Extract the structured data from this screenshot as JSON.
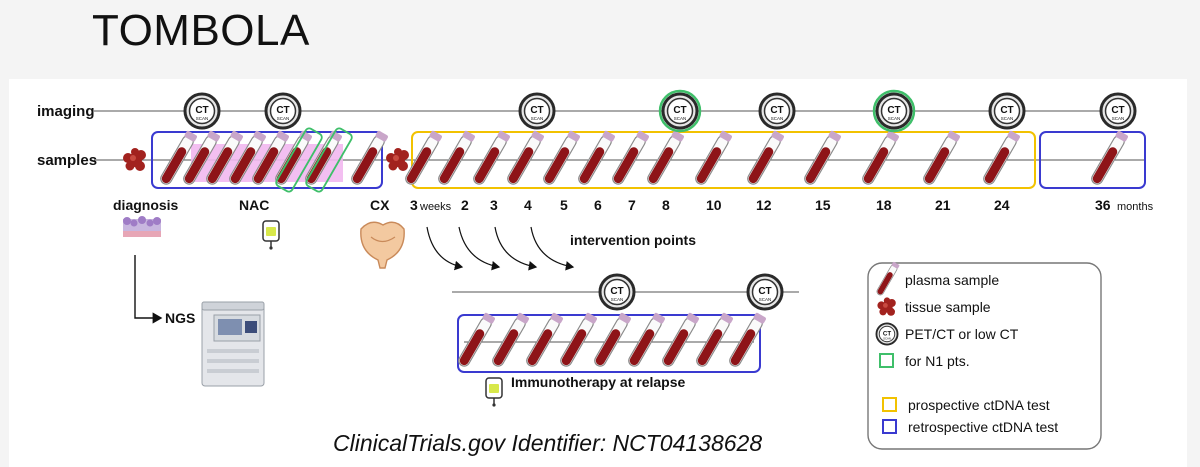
{
  "title": "TOMBOLA",
  "rows": {
    "imaging": "imaging",
    "samples": "samples"
  },
  "phases": {
    "diagnosis": "diagnosis",
    "nac": "NAC",
    "cx": "CX"
  },
  "timepoints": [
    "3",
    "2",
    "3",
    "4",
    "5",
    "6",
    "7",
    "8",
    "10",
    "12",
    "15",
    "18",
    "21",
    "24",
    "36"
  ],
  "weeks_unit": "weeks",
  "months_unit": "months",
  "ct_icon_text": [
    "CT",
    "SCAN"
  ],
  "intervention_label": "intervention points",
  "ngs_label": "NGS",
  "immunotherapy_label": "Immunotherapy at relapse",
  "legend": {
    "plasma": "plasma sample",
    "tissue": "tissue sample",
    "ct": "PET/CT or low CT",
    "n1": "for N1 pts.",
    "prospective": "prospective ctDNA test",
    "retrospective": "retrospective ctDNA test"
  },
  "identifier": "ClinicalTrials.gov Identifier: NCT04138628",
  "colors": {
    "prospective": "#f2c200",
    "retrospective": "#3a3ad0",
    "n1": "#3fbf6a",
    "nac_band": "#f2b8ef",
    "blood": "#8e1418",
    "tube_cap": "#c9a6c9",
    "tissue": "#a2221e"
  }
}
